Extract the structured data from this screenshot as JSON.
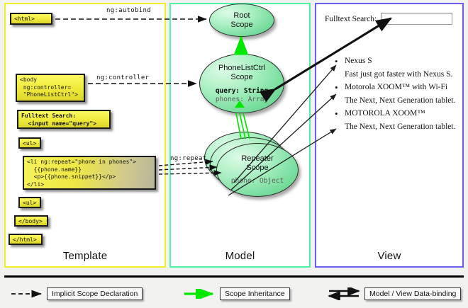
{
  "columns": [
    {
      "key": "template",
      "label": "Template",
      "border": "#f2ef2a"
    },
    {
      "key": "model",
      "label": "Model",
      "border": "#4ff3a8"
    },
    {
      "key": "view",
      "label": "View",
      "border": "#6b5ef0"
    }
  ],
  "template": {
    "boxes": [
      {
        "name": "html-open-box",
        "text": "<html>"
      },
      {
        "name": "body-box",
        "text": "<body\n ng:controller=\n \"PhoneListCtrl\">"
      },
      {
        "name": "fulltext-search-box",
        "text": "Fulltext Search:\n  <input name=\"query\">"
      },
      {
        "name": "ul-open-box",
        "text": "<ul>"
      },
      {
        "name": "li-repeat-box",
        "text": "<li ng:repeat=\"phone in phones\">\n  {{phone.name}}\n  <p>{{phone.snippet}}</p>\n</li>"
      },
      {
        "name": "ul-close-box",
        "text": "<ul>"
      },
      {
        "name": "body-close-box",
        "text": "</body>"
      },
      {
        "name": "html-close-box",
        "text": "</html>"
      }
    ]
  },
  "relations": [
    {
      "name": "ng-autobind-label",
      "text": "ng:autobind"
    },
    {
      "name": "ng-controller-label",
      "text": "ng:controller"
    },
    {
      "name": "ng-repeat-label",
      "text": "ng:repeat"
    }
  ],
  "model": {
    "scopes": [
      {
        "name": "root-scope",
        "title": "Root\nScope",
        "line1": "Root",
        "line2": "Scope",
        "props": []
      },
      {
        "name": "phonelistctrl-scope",
        "line1": "PhoneListCtrl",
        "line2": "Scope",
        "props": [
          {
            "text": "query: String",
            "style": "strong"
          },
          {
            "text": "phones: Array",
            "style": "dim"
          }
        ]
      },
      {
        "name": "repeater-scope",
        "line1": "Repeater",
        "line2": "Scope",
        "props": [
          {
            "text": "phone: Object",
            "style": "dim"
          }
        ]
      }
    ]
  },
  "view": {
    "search_label": "Fulltext Search:",
    "search_value": "",
    "phones": [
      {
        "name": "Nexus S",
        "snippet": "Fast just got faster with Nexus S."
      },
      {
        "name": "Motorola XOOM™  with Wi-Fi",
        "snippet": "The Next, Next Generation tablet."
      },
      {
        "name": "MOTOROLA XOOM™",
        "snippet": "The Next, Next Generation tablet."
      }
    ]
  },
  "legend": [
    {
      "name": "legend-implicit-scope-declaration",
      "label": "Implicit Scope Declaration",
      "arrow": "dashed",
      "color": "#000000"
    },
    {
      "name": "legend-scope-inheritance",
      "label": "Scope Inheritance",
      "arrow": "solid-green",
      "color": "#00e800"
    },
    {
      "name": "legend-data-binding",
      "label": "Model / View Data-binding",
      "arrow": "double",
      "color": "#000000"
    }
  ]
}
